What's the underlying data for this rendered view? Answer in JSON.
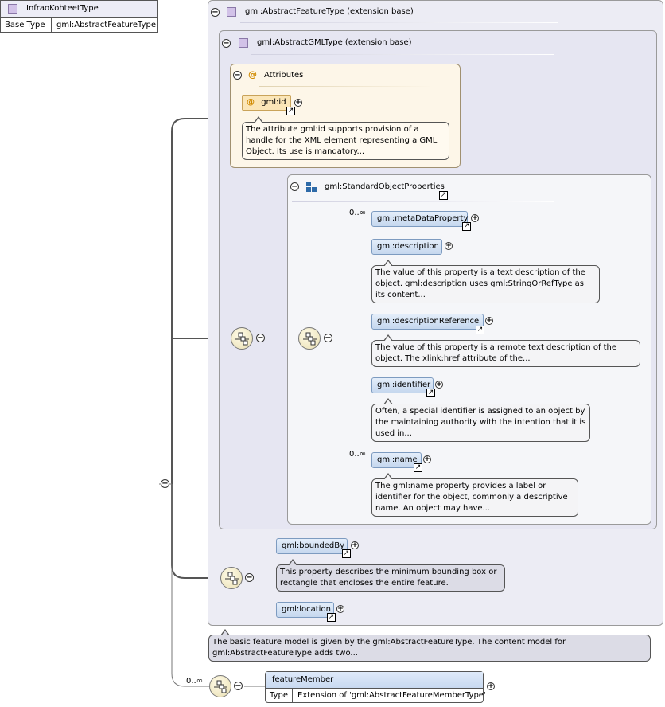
{
  "root": {
    "name": "InfraoKohteetType",
    "base_type_label": "Base Type",
    "base_type_value": "gml:AbstractFeatureType"
  },
  "abstract_feature": {
    "title": "gml:AbstractFeatureType (extension base)"
  },
  "abstract_gml": {
    "title": "gml:AbstractGMLType (extension base)"
  },
  "attributes": {
    "title": "Attributes",
    "items": [
      {
        "name": "gml:id",
        "note": "The attribute gml:id supports provision of a handle for the XML element representing a GML Object. Its use is mandatory..."
      }
    ]
  },
  "standard_props": {
    "title": "gml:StandardObjectProperties",
    "elements": [
      {
        "name": "gml:metaDataProperty",
        "multiplicity": "0..∞",
        "note": ""
      },
      {
        "name": "gml:description",
        "multiplicity": "",
        "note": "The value of this property is a text description of the object. gml:description uses gml:StringOrRefType as its content..."
      },
      {
        "name": "gml:descriptionReference",
        "multiplicity": "",
        "note": "The value of this property is a remote text description of the object. The xlink:href attribute of the..."
      },
      {
        "name": "gml:identifier",
        "multiplicity": "",
        "note": "Often, a special identifier is assigned to an object by the maintaining authority with the intention that it is used in..."
      },
      {
        "name": "gml:name",
        "multiplicity": "0..∞",
        "note": "The gml:name property provides a label or identifier for the object, commonly a descriptive name. An object may have..."
      }
    ]
  },
  "feature_props": {
    "elements": [
      {
        "name": "gml:boundedBy",
        "note": "This property describes the minimum bounding box or rectangle that encloses the entire feature."
      },
      {
        "name": "gml:location",
        "note": ""
      }
    ]
  },
  "feature_note": "The basic feature model is given by the gml:AbstractFeatureType. The content model for gml:AbstractFeatureType adds two...",
  "feature_member": {
    "multiplicity": "0..∞",
    "name": "featureMember",
    "type_label": "Type",
    "type_value": "Extension of 'gml:AbstractFeatureMemberType'"
  },
  "glyphs": {
    "collapse": "−",
    "expand": "+",
    "link": "↗",
    "at": "@"
  },
  "icons": [
    "collapse-icon",
    "expand-icon",
    "complex-type-icon",
    "attribute-icon",
    "group-icon",
    "link-icon",
    "sequence-icon"
  ]
}
